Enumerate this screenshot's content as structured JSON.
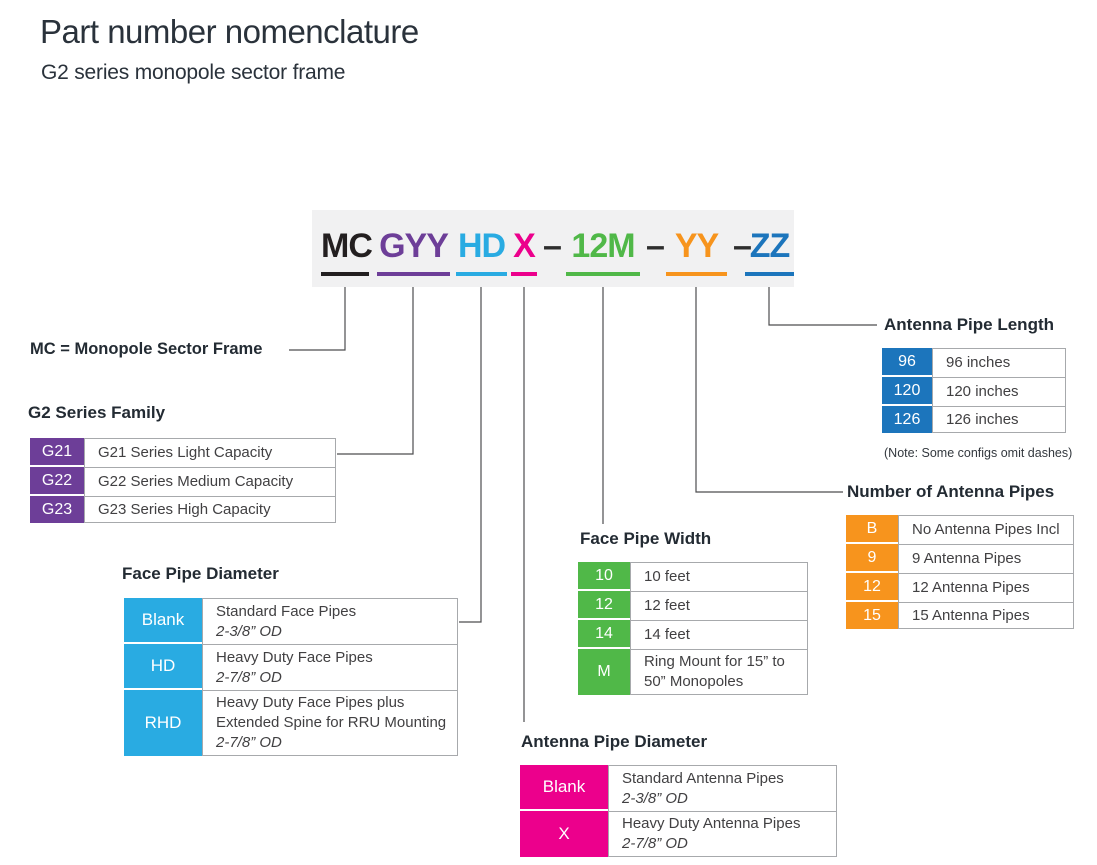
{
  "header": {
    "title": "Part number nomenclature",
    "subtitle": "G2 series monopole sector frame"
  },
  "part_number": {
    "mc": "MC",
    "gyy": "GYY",
    "hd": "HD",
    "x": "X",
    "dash": "–",
    "m12": "12M",
    "yy": "YY",
    "zz": "ZZ"
  },
  "colors": {
    "black": "#231f20",
    "purple": "#6d3e98",
    "cyan": "#29abe2",
    "magenta": "#ec008c",
    "green": "#50b848",
    "orange": "#f7941d",
    "blue": "#1c75bc",
    "box_gray": "#f1f1f2",
    "border_gray": "#a7a9ac"
  },
  "mc_label": "MC = Monopole Sector Frame",
  "tables": {
    "series_family": {
      "heading": "G2 Series Family",
      "rows": [
        {
          "code": "G21",
          "desc": "G21 Series Light Capacity"
        },
        {
          "code": "G22",
          "desc": "G22 Series Medium Capacity"
        },
        {
          "code": "G23",
          "desc": "G23 Series High Capacity"
        }
      ]
    },
    "face_pipe_diameter": {
      "heading": "Face Pipe Diameter",
      "rows": [
        {
          "code": "Blank",
          "desc": "Standard Face Pipes",
          "note": "2-3/8” OD"
        },
        {
          "code": "HD",
          "desc": "Heavy Duty Face Pipes",
          "note": "2-7/8” OD"
        },
        {
          "code": "RHD",
          "desc": "Heavy Duty Face Pipes plus Extended Spine for RRU Mounting",
          "note": "2-7/8” OD"
        }
      ]
    },
    "face_pipe_width": {
      "heading": "Face Pipe Width",
      "rows": [
        {
          "code": "10",
          "desc": "10 feet"
        },
        {
          "code": "12",
          "desc": "12 feet"
        },
        {
          "code": "14",
          "desc": "14 feet"
        },
        {
          "code": "M",
          "desc": "Ring Mount for 15” to 50” Monopoles"
        }
      ]
    },
    "antenna_pipe_diameter": {
      "heading": "Antenna Pipe Diameter",
      "rows": [
        {
          "code": "Blank",
          "desc": "Standard Antenna Pipes",
          "note": "2-3/8” OD"
        },
        {
          "code": "X",
          "desc": "Heavy Duty Antenna Pipes",
          "note": "2-7/8” OD"
        }
      ]
    },
    "antenna_pipe_length": {
      "heading": "Antenna Pipe Length",
      "note": "(Note: Some configs omit dashes)",
      "rows": [
        {
          "code": "96",
          "desc": "96 inches"
        },
        {
          "code": "120",
          "desc": "120 inches"
        },
        {
          "code": "126",
          "desc": "126 inches"
        }
      ]
    },
    "antenna_pipe_count": {
      "heading": "Number of Antenna Pipes",
      "rows": [
        {
          "code": "B",
          "desc": "No Antenna Pipes Incl"
        },
        {
          "code": "9",
          "desc": "9 Antenna Pipes"
        },
        {
          "code": "12",
          "desc": "12 Antenna Pipes"
        },
        {
          "code": "15",
          "desc": "15 Antenna Pipes"
        }
      ]
    }
  }
}
